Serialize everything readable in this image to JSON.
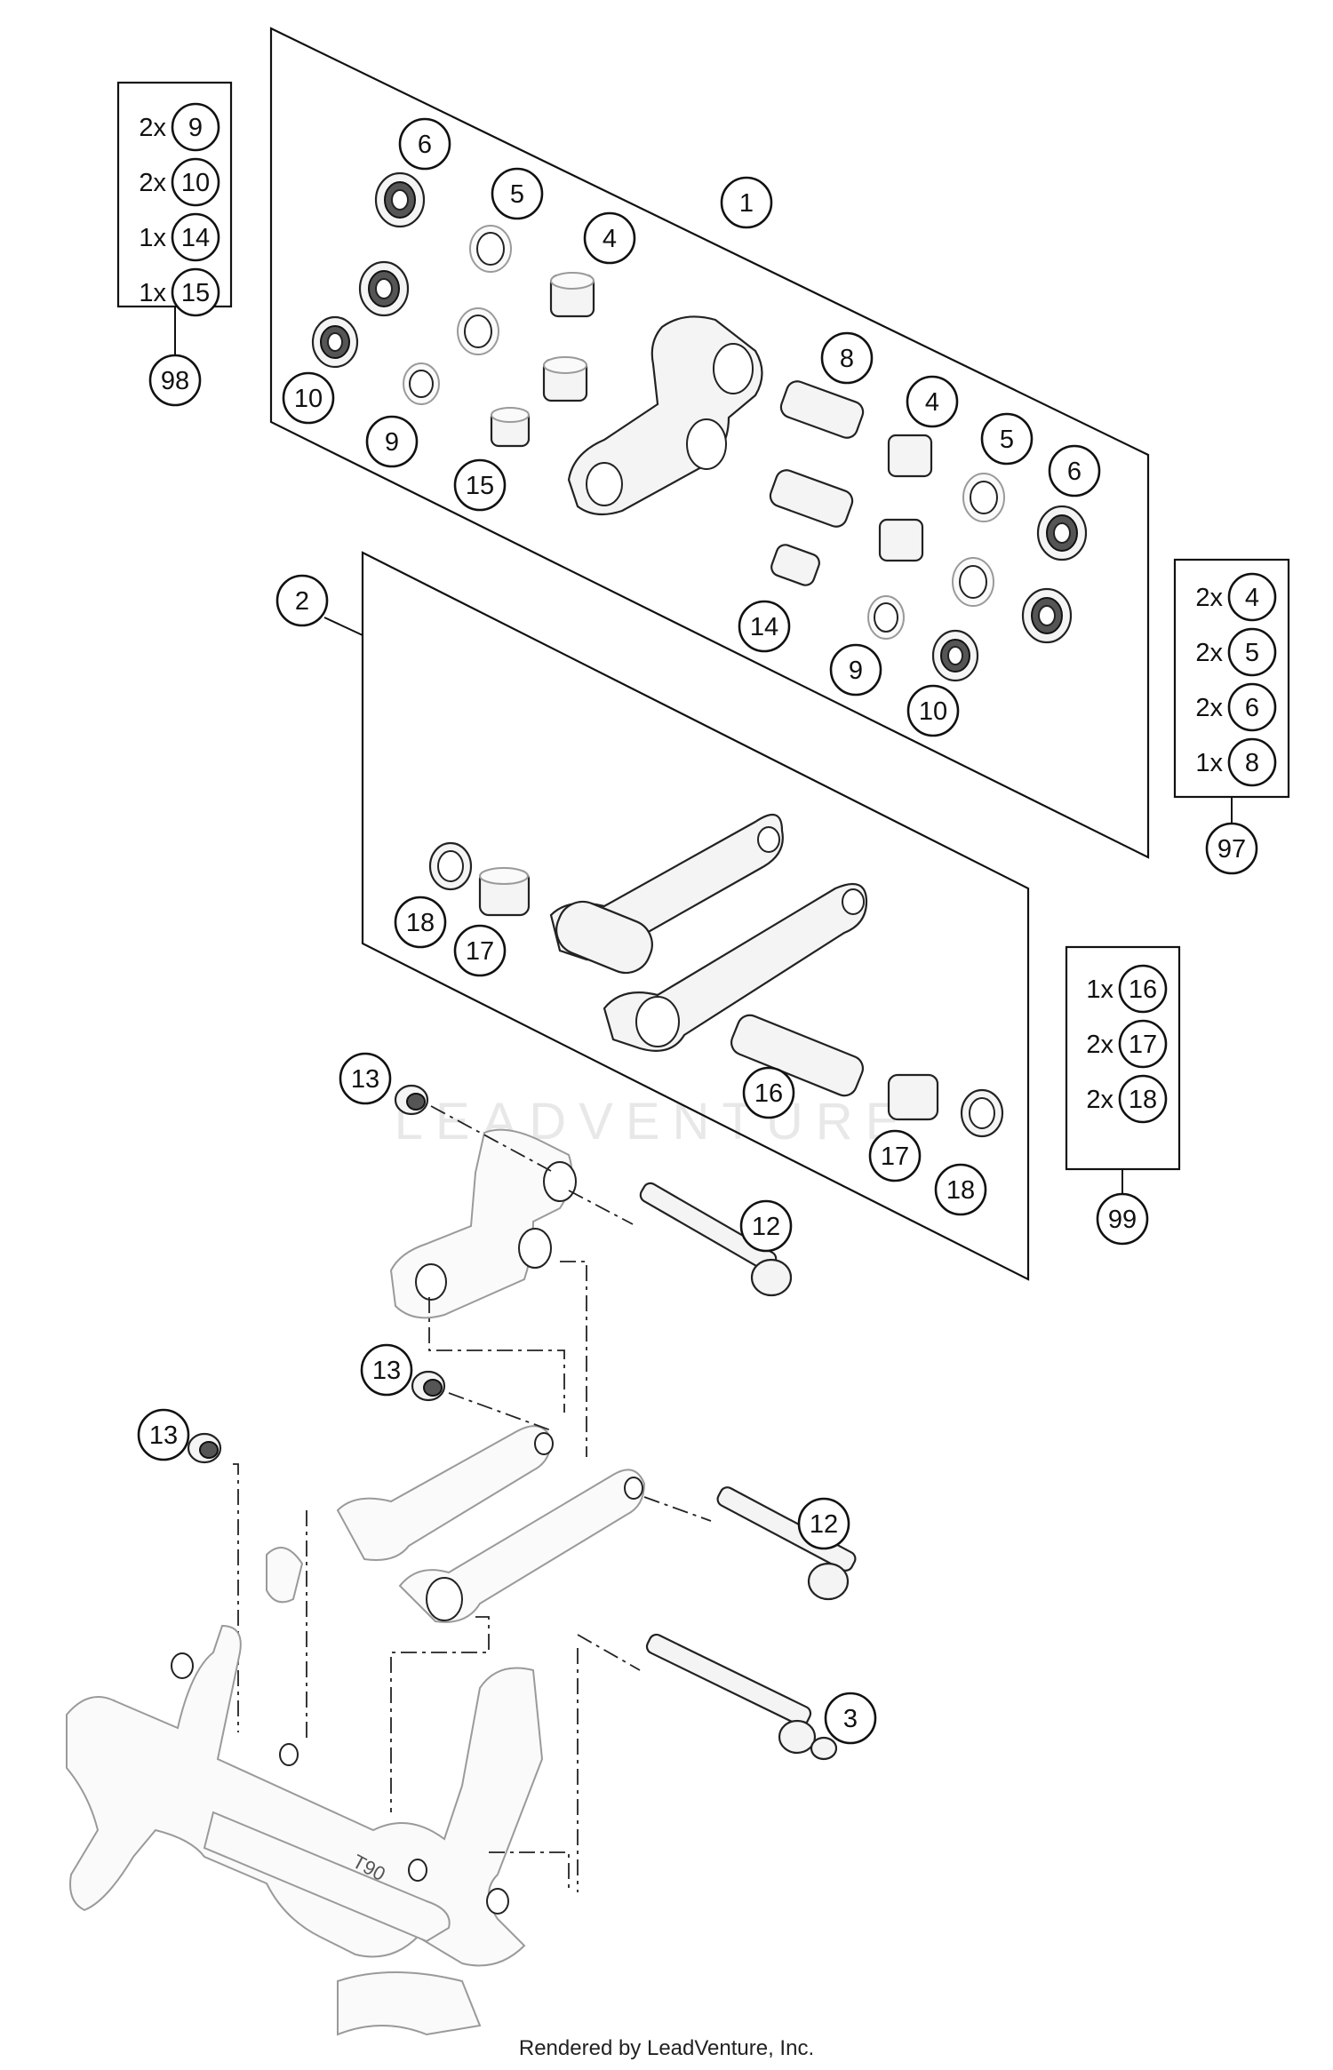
{
  "footer": "Rendered by LeadVenture, Inc.",
  "watermark": "LEADVENTURE",
  "callouts": {
    "1": "1",
    "2": "2",
    "3": "3",
    "4": "4",
    "5": "5",
    "6": "6",
    "8": "8",
    "9": "9",
    "10": "10",
    "12": "12",
    "13": "13",
    "14": "14",
    "15": "15",
    "16": "16",
    "17": "17",
    "18": "18"
  },
  "kits": {
    "k98": {
      "id": "98",
      "items": [
        {
          "qty": "2x",
          "ref": "9"
        },
        {
          "qty": "2x",
          "ref": "10"
        },
        {
          "qty": "1x",
          "ref": "14"
        },
        {
          "qty": "1x",
          "ref": "15"
        }
      ]
    },
    "k97": {
      "id": "97",
      "items": [
        {
          "qty": "2x",
          "ref": "4"
        },
        {
          "qty": "2x",
          "ref": "5"
        },
        {
          "qty": "2x",
          "ref": "6"
        },
        {
          "qty": "1x",
          "ref": "8"
        }
      ]
    },
    "k99": {
      "id": "99",
      "items": [
        {
          "qty": "1x",
          "ref": "16"
        },
        {
          "qty": "2x",
          "ref": "17"
        },
        {
          "qty": "2x",
          "ref": "18"
        }
      ]
    }
  },
  "frame_label": "T90"
}
